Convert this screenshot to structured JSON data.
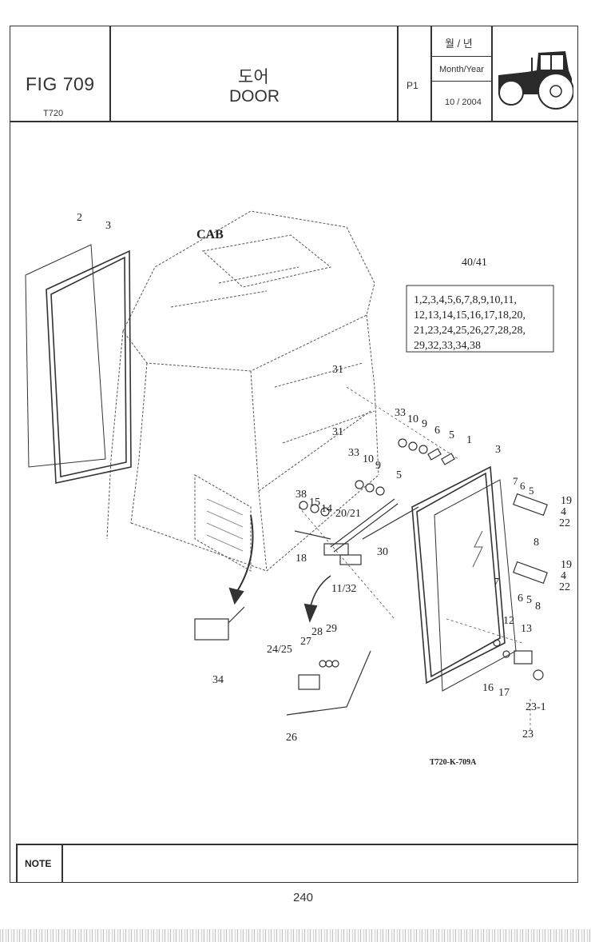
{
  "header": {
    "fig_label": "FIG 709",
    "model": "T720",
    "title_ko": "도어",
    "title_en": "DOOR",
    "page_code": "P1",
    "date_label_ko": "월 / 년",
    "date_label_en": "Month/Year",
    "date_value": "10 / 2004",
    "tractor_icon": "tractor-icon"
  },
  "diagram": {
    "cab_label": "CAB",
    "kit_number": "40/41",
    "kit_contents": [
      "1,2,3,4,5,6,7,8,9,10,11,",
      "12,13,14,15,16,17,18,20,",
      "21,23,24,25,26,27,28,28,",
      "29,32,33,34,38"
    ],
    "drawing_code": "T720-K-709A",
    "callouts": [
      "2",
      "3",
      "31",
      "31",
      "33",
      "10",
      "9",
      "6",
      "5",
      "1",
      "3",
      "33",
      "10",
      "9",
      "5",
      "7",
      "6",
      "5",
      "19",
      "4",
      "22",
      "8",
      "38",
      "15",
      "14",
      "20/21",
      "30",
      "18",
      "11/32",
      "19",
      "4",
      "22",
      "7",
      "6",
      "5",
      "8",
      "12",
      "13",
      "24/25",
      "27",
      "28",
      "29",
      "34",
      "16",
      "17",
      "23-1",
      "23",
      "26"
    ]
  },
  "footer": {
    "note_label": "NOTE",
    "page_number": "240"
  },
  "colors": {
    "line": "#333333",
    "paper": "#ffffff"
  }
}
